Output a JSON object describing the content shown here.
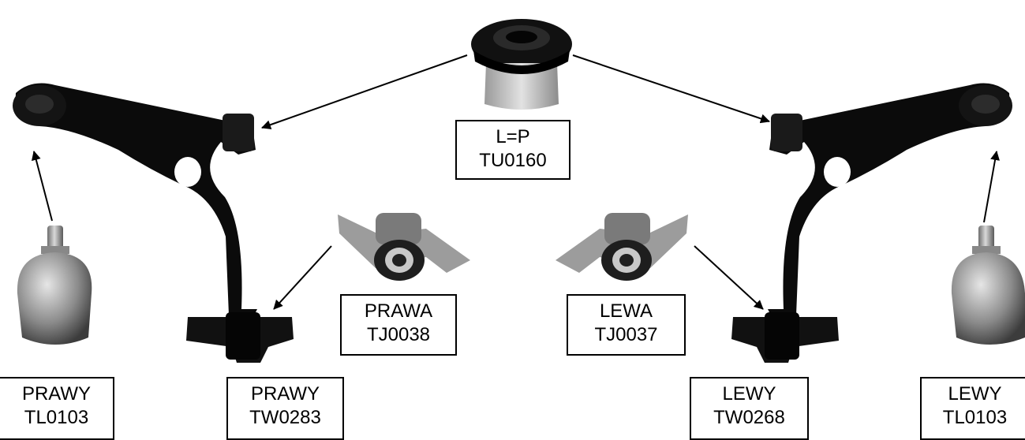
{
  "labels": {
    "bushing_top": {
      "line1": "L=P",
      "line2": "TU0160"
    },
    "bracket_right": {
      "line1": "PRAWA",
      "line2": "TJ0038"
    },
    "bracket_left": {
      "line1": "LEWA",
      "line2": "TJ0037"
    },
    "balljoint_right": {
      "line1": "PRAWY",
      "line2": "TL0103"
    },
    "arm_right": {
      "line1": "PRAWY",
      "line2": "TW0283"
    },
    "arm_left": {
      "line1": "LEWY",
      "line2": "TW0268"
    },
    "balljoint_left": {
      "line1": "LEWY",
      "line2": "TL0103"
    }
  }
}
